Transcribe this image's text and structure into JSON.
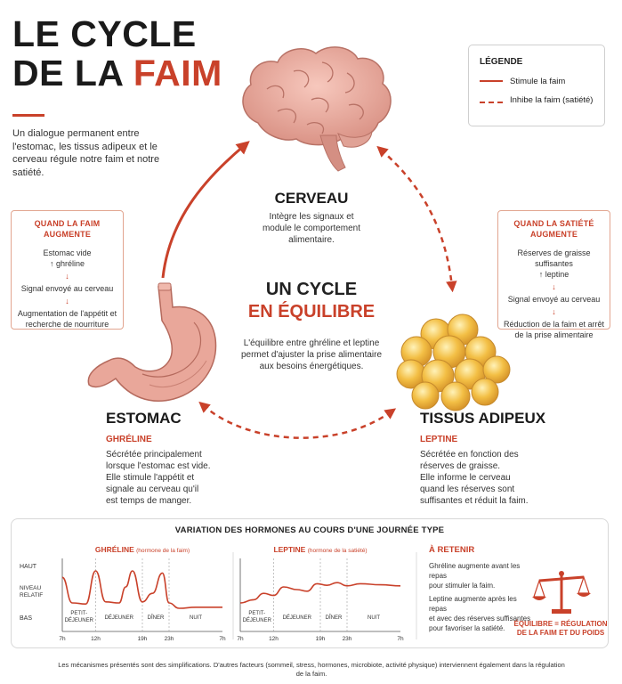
{
  "title": {
    "line1": "LE CYCLE",
    "line2_prefix": "DE LA ",
    "line2_accent": "FAIM"
  },
  "intro": "Un dialogue permanent entre l'estomac, les tissus adipeux et le cerveau régule notre faim et notre satiété.",
  "legend": {
    "heading": "LÉGENDE",
    "stimulates": "Stimule la faim",
    "inhibits": "Inhibe la faim (satiété)"
  },
  "brain": {
    "title": "CERVEAU",
    "desc": [
      "Intègre les signaux et",
      "module le comportement",
      "alimentaire."
    ]
  },
  "stomach": {
    "title": "ESTOMAC",
    "hormone": "GHRÉLINE",
    "desc": [
      "Sécrétée principalement",
      "lorsque l'estomac est vide.",
      "Elle stimule l'appétit et",
      "signale au cerveau qu'il",
      "est temps de manger."
    ]
  },
  "adipose": {
    "title": "TISSUS ADIPEUX",
    "hormone": "LEPTINE",
    "desc": [
      "Sécrétée en fonction des",
      "réserves de graisse.",
      "Elle informe le cerveau",
      "quand les réserves sont",
      "suffisantes et réduit la faim."
    ]
  },
  "center": {
    "line1": "UN CYCLE",
    "line2": "EN ÉQUILIBRE",
    "desc": [
      "L'équilibre entre ghréline et leptine",
      "permet d'ajuster la prise alimentaire",
      "aux besoins énergétiques."
    ]
  },
  "hunger_box": {
    "heading": "QUAND LA FAIM AUGMENTE",
    "items": [
      "Estomac vide",
      "↑ ghréline",
      "Signal envoyé au cerveau",
      "Augmentation de l'appétit et recherche de nourriture"
    ]
  },
  "satiety_box": {
    "heading": "QUAND LA SATIÉTÉ AUGMENTE",
    "items": [
      "Réserves de graisse suffisantes",
      "↑ leptine",
      "Signal envoyé au cerveau",
      "Réduction de la faim et arrêt de la prise alimentaire"
    ]
  },
  "panel": {
    "title": "VARIATION DES HORMONES AU COURS D'UNE JOURNÉE TYPE",
    "retenir_heading": "À RETENIR",
    "retenir_text": [
      "Ghréline augmente avant les repas",
      "pour stimuler la faim.",
      "Leptine augmente après les repas",
      "et avec des réserves suffisantes",
      "pour favoriser la satiété."
    ],
    "equilibre": [
      "ÉQUILIBRE = RÉGULATION",
      "DE LA FAIM ET DU POIDS"
    ]
  },
  "chart_data": [
    {
      "type": "line",
      "title": "GHRÉLINE",
      "subtitle": "(hormone de la faim)",
      "ylabel": "NIVEAU RELATIF",
      "ytick_labels": [
        "HAUT",
        "BAS"
      ],
      "ylim": [
        0,
        1
      ],
      "x_ticks": [
        "7h",
        "12h",
        "19h",
        "23h",
        "7h"
      ],
      "meals": [
        "PETIT-DÉJEUNER",
        "DÉJEUNER",
        "DÎNER",
        "NUIT"
      ],
      "series": [
        {
          "x": [
            7,
            8.5,
            10.5,
            12,
            13.5,
            15.5,
            16.5,
            17.5,
            19,
            20.5,
            22,
            23,
            24.5,
            27,
            31
          ],
          "y": [
            0.78,
            0.3,
            0.28,
            0.9,
            0.32,
            0.3,
            0.6,
            0.9,
            0.32,
            0.48,
            0.86,
            0.3,
            0.2,
            0.22,
            0.22
          ]
        }
      ]
    },
    {
      "type": "line",
      "title": "LEPTINE",
      "subtitle": "(hormone de la satiété)",
      "ylim": [
        0,
        1
      ],
      "x_ticks": [
        "7h",
        "12h",
        "19h",
        "23h",
        "7h"
      ],
      "meals": [
        "PETIT-DÉJEUNER",
        "DÉJEUNER",
        "DÎNER",
        "NUIT"
      ],
      "series": [
        {
          "x": [
            7,
            9,
            10.5,
            12,
            13.5,
            15.5,
            17,
            18.5,
            20,
            21.5,
            23,
            25,
            28,
            31
          ],
          "y": [
            0.3,
            0.36,
            0.48,
            0.44,
            0.6,
            0.55,
            0.52,
            0.66,
            0.63,
            0.68,
            0.62,
            0.66,
            0.64,
            0.62
          ]
        }
      ]
    }
  ]
}
